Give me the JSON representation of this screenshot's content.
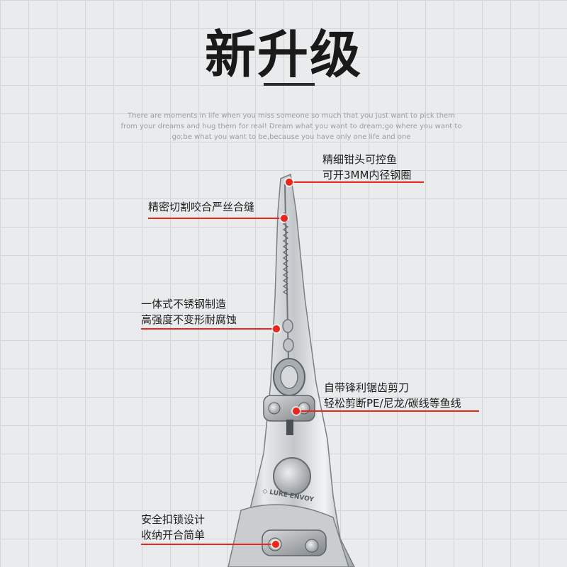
{
  "title": "新升级",
  "tagline": "There are moments in life when you miss someone so much that you just want to pick them from your dreams and hug them for real! Dream what you want to dream;go where you want to go;be what you want to be,because you have only one life and one",
  "brand": "LURE ENVOY",
  "accent_color": "#e8261b",
  "callouts": [
    {
      "line1": "精细钳头可控鱼",
      "line2": "可开3MM内径钢圈"
    },
    {
      "line1": "精密切割咬合严丝合缝"
    },
    {
      "line1": "一体式不锈钢制造",
      "line2": "高强度不变形耐腐蚀"
    },
    {
      "line1": "自带锋利锯齿剪刀",
      "line2": "轻松剪断PE/尼龙/碳线等鱼线"
    },
    {
      "line1": "安全扣锁设计",
      "line2": "收纳开合简单"
    }
  ]
}
